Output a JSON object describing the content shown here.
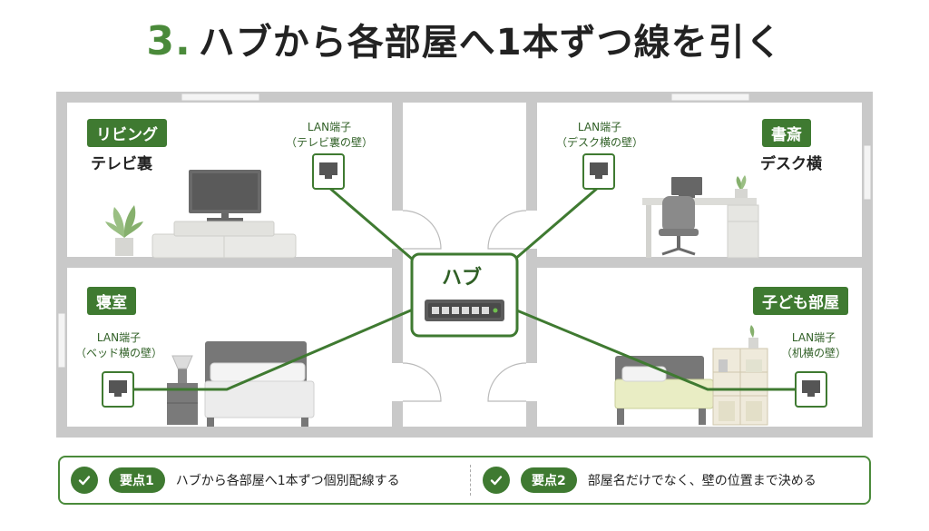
{
  "title": {
    "number": "3.",
    "text": "ハブから各部屋へ1本ずつ線を引く"
  },
  "rooms": {
    "living": {
      "tag": "リビング",
      "sub": "テレビ裏",
      "lan_title": "LAN端子",
      "lan_location": "（テレビ裏の壁）"
    },
    "study": {
      "tag": "書斎",
      "sub": "デスク横",
      "lan_title": "LAN端子",
      "lan_location": "（デスク横の壁）"
    },
    "bedroom": {
      "tag": "寝室",
      "lan_title": "LAN端子",
      "lan_location": "（ベッド横の壁）"
    },
    "kids": {
      "tag": "子ども部屋",
      "lan_title": "LAN端子",
      "lan_location": "（机横の壁）"
    }
  },
  "hub": {
    "label": "ハブ"
  },
  "points": [
    {
      "badge": "要点1",
      "text": "ハブから各部屋へ1本ずつ個別配線する"
    },
    {
      "badge": "要点2",
      "text": "部屋名だけでなく、壁の位置まで決める"
    }
  ],
  "colors": {
    "accent": "#3f7a31",
    "wall": "#c7c7c7",
    "cable": "#3f7a31"
  }
}
